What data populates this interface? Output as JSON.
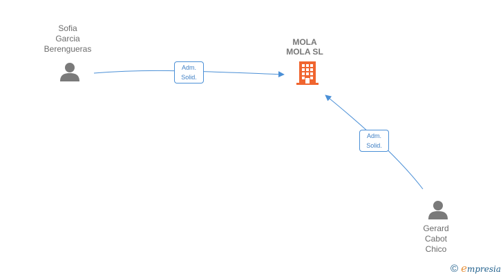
{
  "nodes": {
    "person_sofia": {
      "label_lines": [
        "Sofia",
        "Garcia",
        "Berengueras"
      ]
    },
    "company": {
      "label_lines": [
        "MOLA",
        "MOLA  SL"
      ]
    },
    "person_gerard": {
      "label_lines": [
        "Gerard",
        "Cabot",
        "Chico"
      ]
    }
  },
  "edges": [
    {
      "from": "Sofia Garcia Berengueras",
      "to": "MOLA MOLA SL",
      "label_lines": [
        "Adm.",
        "Solid."
      ]
    },
    {
      "from": "Gerard Cabot Chico",
      "to": "MOLA MOLA SL",
      "label_lines": [
        "Adm.",
        "Solid."
      ]
    }
  ],
  "colors": {
    "edge": "#4a8fd6",
    "person_icon": "#7a7a7a",
    "company_icon": "#f0652f",
    "label_text": "#6b6b6b"
  },
  "icons": {
    "person": "person-icon",
    "company": "building-icon",
    "copyright": "copyright-icon"
  },
  "footer": {
    "copyright_symbol": "©",
    "brand_initial": "e",
    "brand_rest": "mpresia"
  }
}
